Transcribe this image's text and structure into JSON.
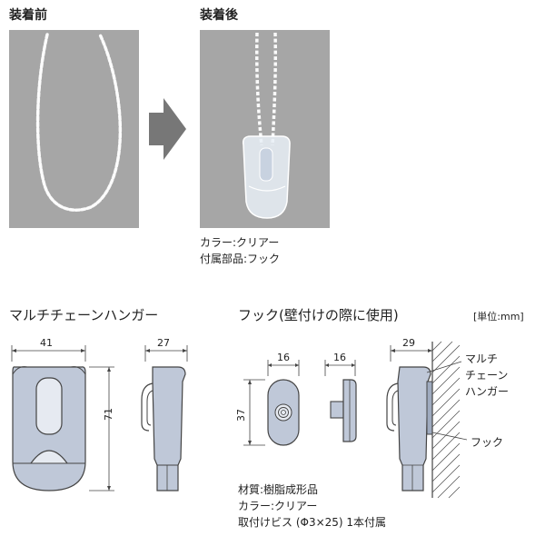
{
  "photos": {
    "before_label": "装着前",
    "after_label": "装着後",
    "after_spec_color": "カラー:クリアー",
    "after_spec_accessory": "付属部品:フック"
  },
  "hanger": {
    "title": "マルチチェーンハンガー",
    "dim_width": "41",
    "dim_height": "71",
    "dim_side": "27"
  },
  "hook": {
    "title": "フック(壁付けの際に使用)",
    "unit": "[単位:mm]",
    "dim_front_width": "16",
    "dim_front_height": "37",
    "dim_side": "16",
    "dim_mount": "29",
    "label_hanger": [
      "マルチ",
      "チェーン",
      "ハンガー"
    ],
    "label_hook": "フック",
    "spec_material": "材質:樹脂成形品",
    "spec_color": "カラー:クリアー",
    "spec_screw": "取付けビス (Φ3×25) 1本付属"
  },
  "colors": {
    "photo_bg": "#a6a6a6",
    "part_fill": "#bfc8d8",
    "line": "#444444"
  }
}
